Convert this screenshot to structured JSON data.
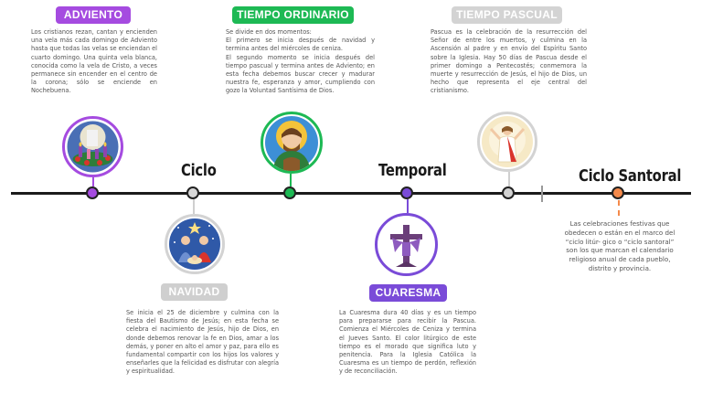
{
  "colors": {
    "adviento": "#a54be0",
    "navidad": "#cfcfcf",
    "tiempo_ordinario": "#1db954",
    "cuaresma": "#7a4bd8",
    "tiempo_pascual": "#d3d3d3",
    "santoral": "#f58a4b",
    "line": "#1b1b1b"
  },
  "timeline": {
    "word1": "Ciclo",
    "word2": "Temporal",
    "word3": "Ciclo Santoral"
  },
  "adviento": {
    "label": "ADVIENTO",
    "icon": "advent-wreath-icon",
    "text": "Los cristianos rezan, cantan y encienden una vela más cada domingo de Adviento hasta que todas las velas se enciendan el cuarto domingo. Una quinta vela blanca, conocida como la vela de Cristo, a veces permanece sin encender en el centro de la corona; sólo se enciende en Nochebuena."
  },
  "navidad": {
    "label": "NAVIDAD",
    "icon": "nativity-icon",
    "text": "Se inicia el 25 de diciembre y culmina con la fiesta del Bautismo de Jesús; en esta fecha se celebra el nacimiento de Jesús, hijo de Dios, en donde debemos renovar la fe en Dios, amar a los demás, y poner en alto el amor y paz, para ello es fundamental compartir con los hijos los valores y enseñarles que la felicidad es disfrutar con alegría y espiritualidad."
  },
  "tiempo_ordinario": {
    "label": "TIEMPO ORDINARIO",
    "icon": "saint-joseph-icon",
    "text": "Se divide en dos momentos:\nEl primero se inicia después de navidad y termina antes del miércoles de ceniza.\nEl segundo momento se inicia después del tiempo pascual y termina antes de Adviento; en esta fecha debemos buscar crecer y madurar nuestra fe, esperanza y amor, cumpliendo con gozo la Voluntad Santísima de Dios."
  },
  "cuaresma": {
    "label": "CUARESMA",
    "icon": "cross-with-cloth-icon",
    "text": "La Cuaresma dura 40 días y es un tiempo para prepararse para recibir la Pascua. Comienza el Miércoles de Ceniza y termina el Jueves Santo. El color litúrgico de este tiempo es el morado que significa luto y penitencia. Para la Iglesia Católica la Cuaresma es un tiempo de perdón, reflexión y de reconciliación."
  },
  "tiempo_pascual": {
    "label": "TIEMPO PASCUAL",
    "icon": "risen-christ-icon",
    "text": "Pascua es la celebración de la resurrección del Señor de entre los muertos, y culmina en la Ascensión al padre y en envío del Espíritu Santo sobre la Iglesia. Hay 50 días de Pascua desde el primer domingo a Pentecostés; conmemora la muerte y resurrección de Jesús, el hijo de Dios, un hecho que representa el eje central del cristianismo."
  },
  "santoral": {
    "text": "Las celebraciones festivas que obedecen o están en el marco del “ciclo litúr- gico o “ciclo santoral” son los que marcan el calendario religioso anual de cada pueblo, distrito y provincia."
  }
}
